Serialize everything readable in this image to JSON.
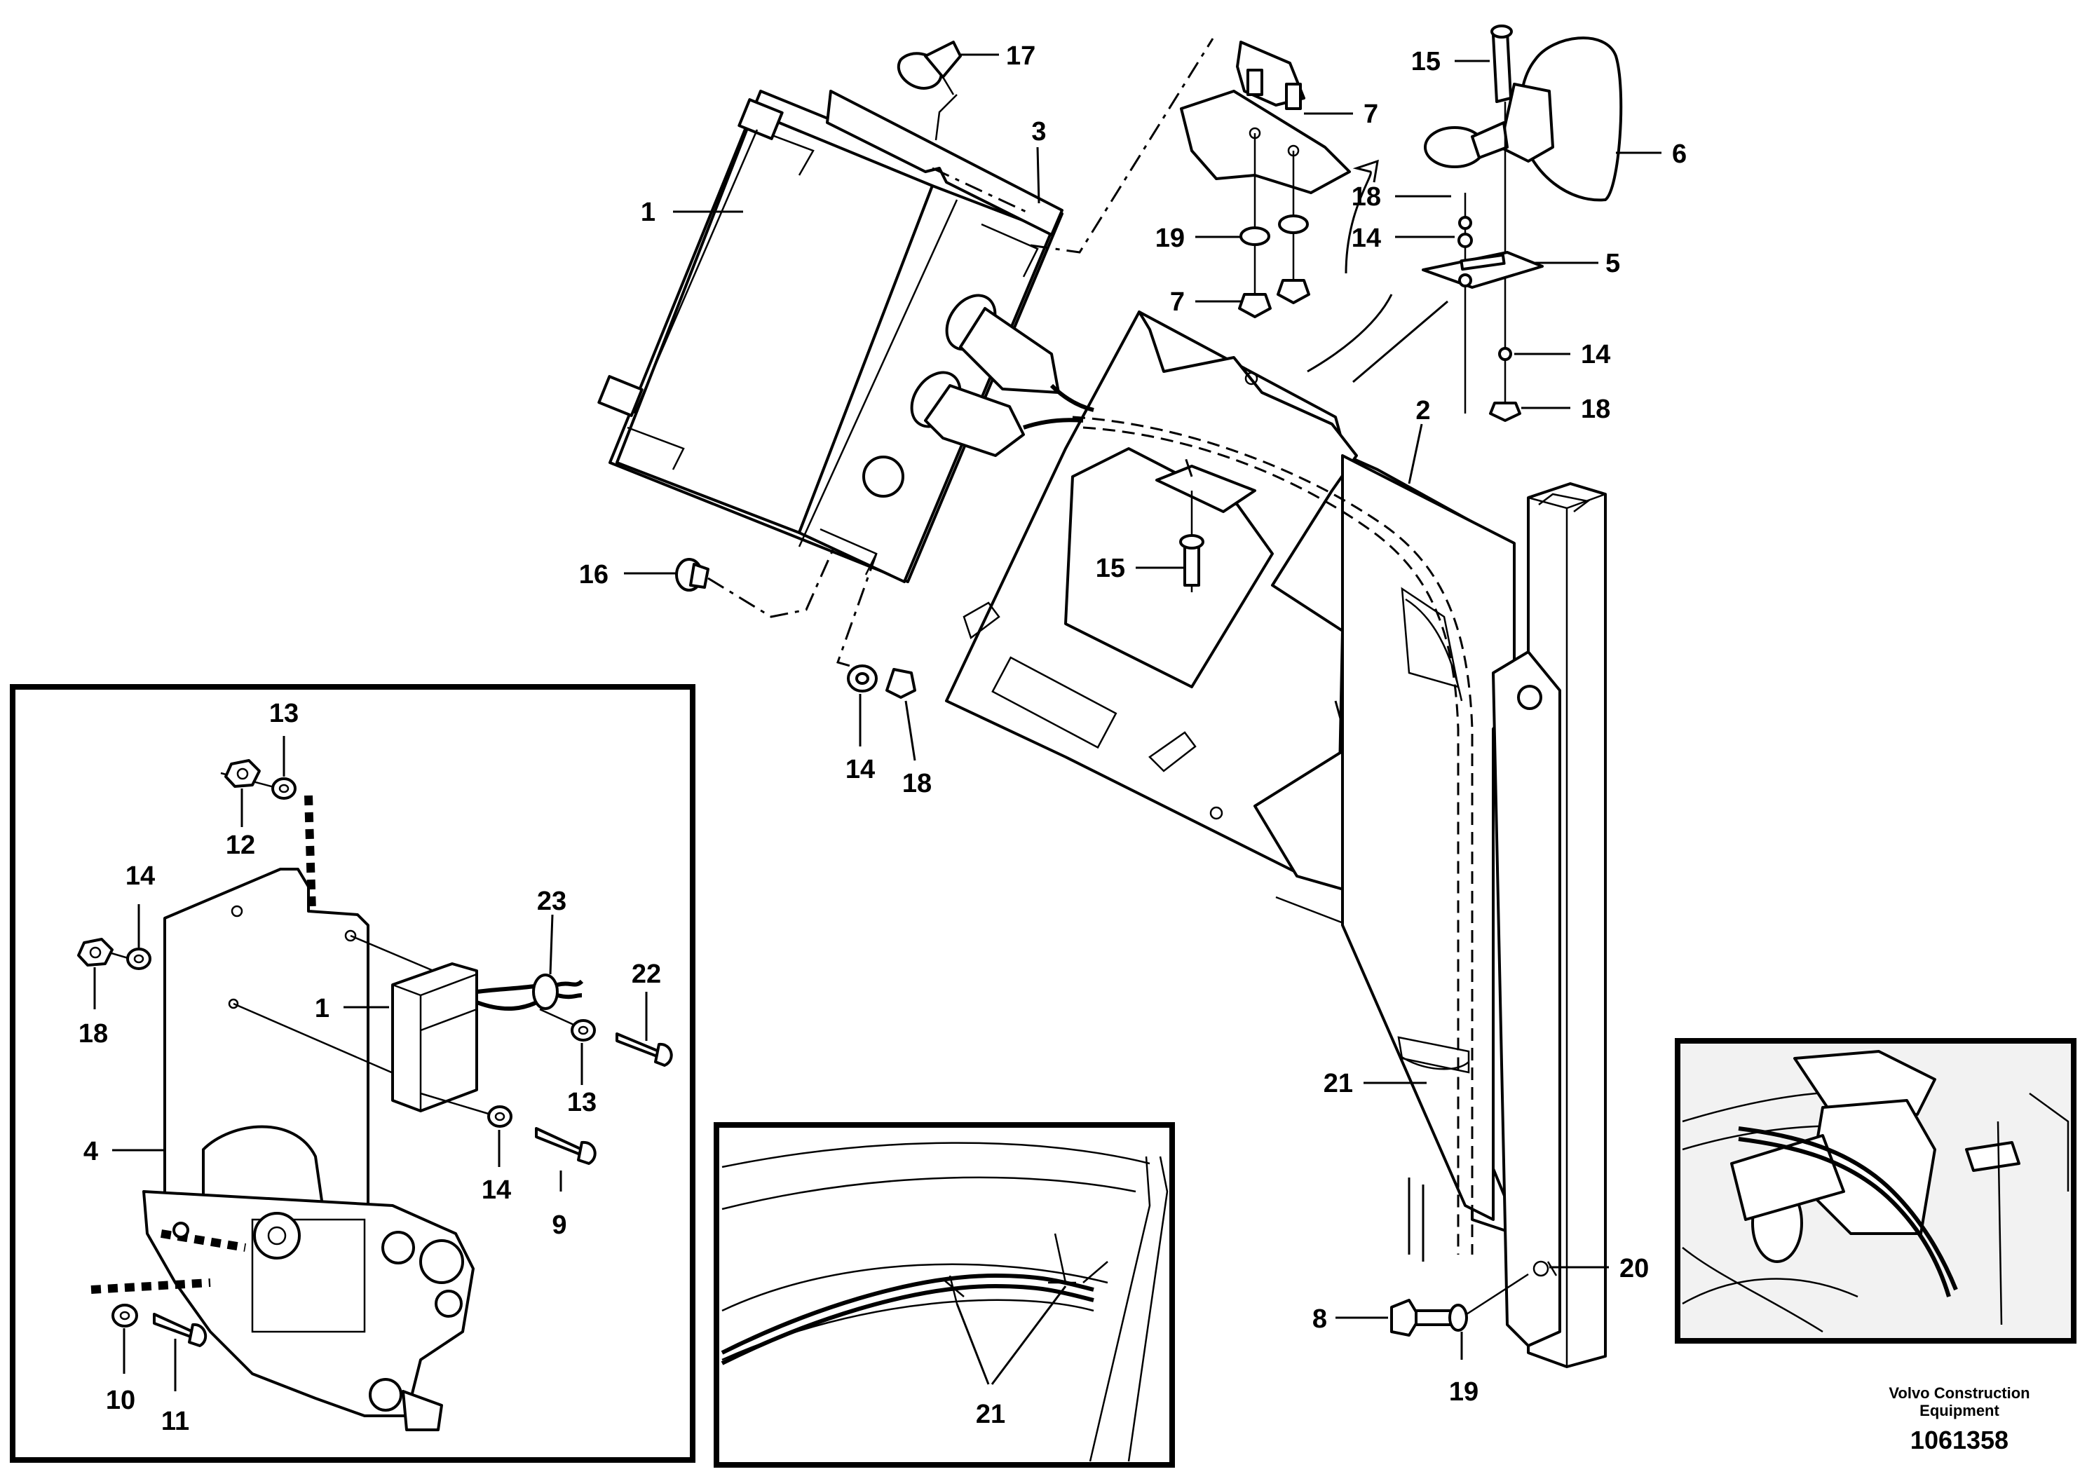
{
  "callouts": {
    "c1": "1",
    "c2": "2",
    "c3": "3",
    "c5": "5",
    "c6": "6",
    "c7a": "7",
    "c7b": "7",
    "c8": "8",
    "c14a": "14",
    "c14b": "14",
    "c14c": "14",
    "c15a": "15",
    "c15b": "15",
    "c16": "16",
    "c17": "17",
    "c18a": "18",
    "c18b": "18",
    "c18c": "18",
    "c19a": "19",
    "c19b": "19",
    "c20": "20",
    "c21a": "21"
  },
  "inset_left": {
    "c13a": "13",
    "c12": "12",
    "c14": "14",
    "c18": "18",
    "c23": "23",
    "c22": "22",
    "c1": "1",
    "c13b": "13",
    "c4": "4",
    "c14b": "14",
    "c9": "9",
    "c10": "10",
    "c11": "11"
  },
  "inset_bottom": {
    "c21": "21"
  },
  "footer": {
    "company_line1": "Volvo Construction",
    "company_line2": "Equipment",
    "drawing_number": "1061358"
  }
}
